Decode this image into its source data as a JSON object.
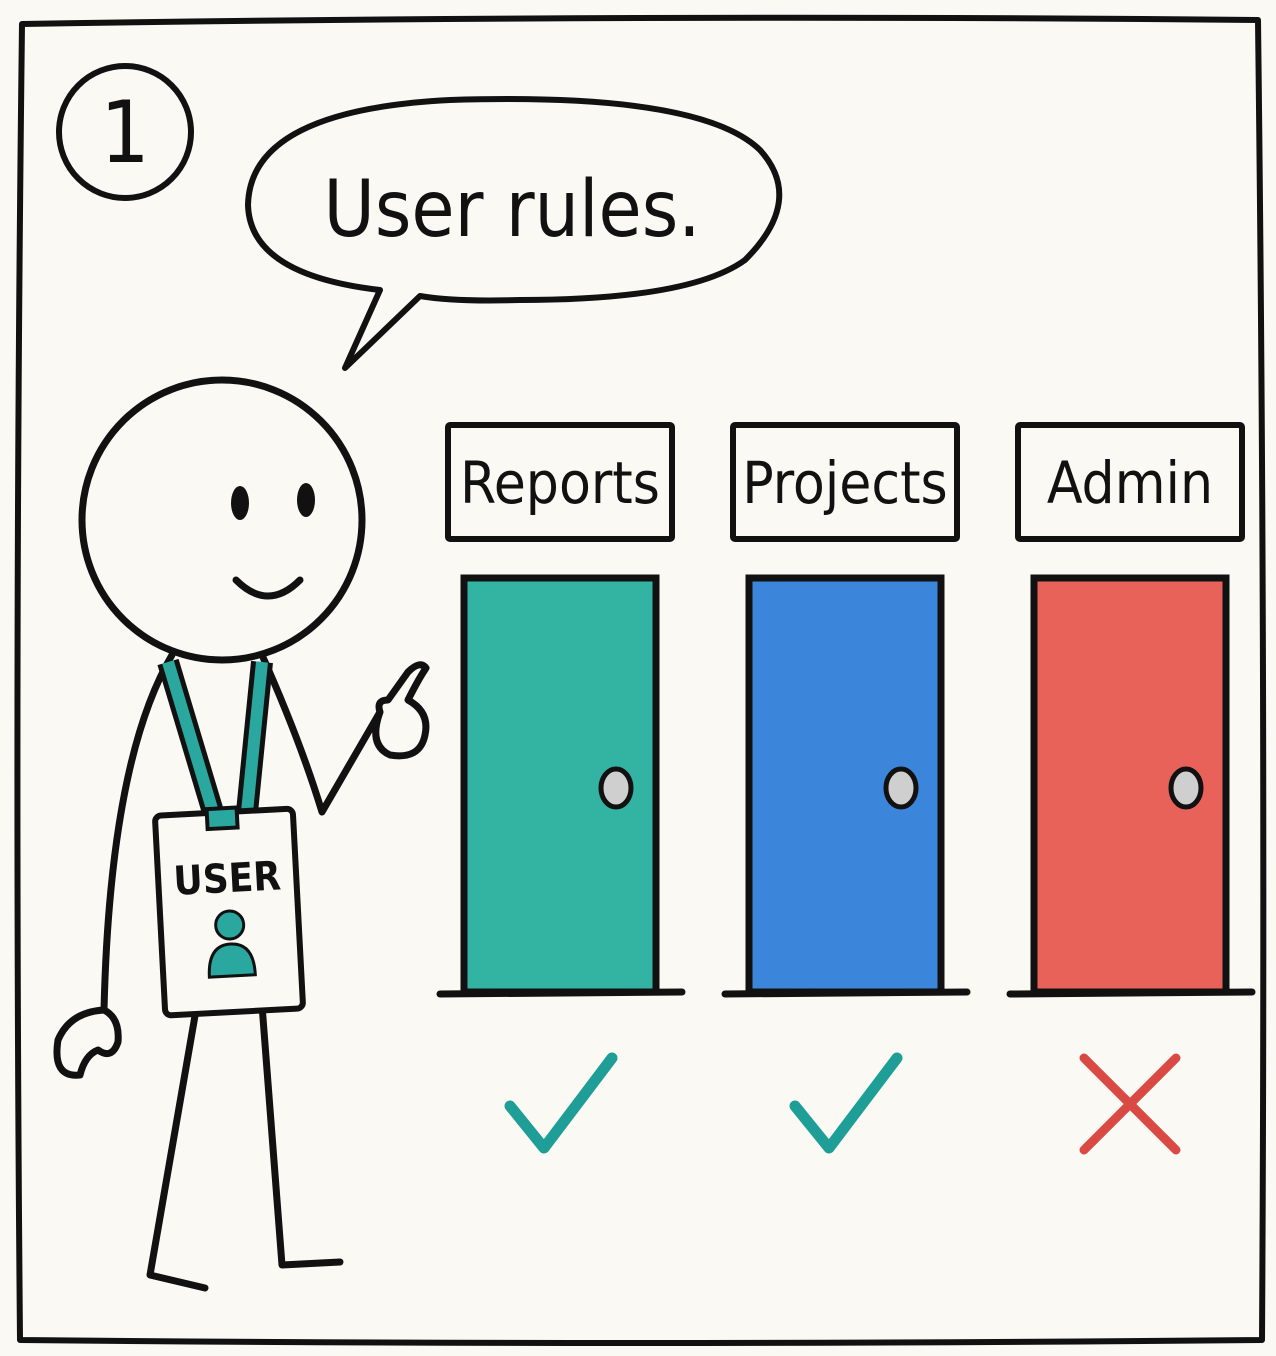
{
  "panel": {
    "number": "1",
    "speech": "User rules."
  },
  "badge": {
    "label": "USER",
    "icon": "user-silhouette-icon",
    "color": "#2aa8a0"
  },
  "doors": [
    {
      "label": "Reports",
      "color": "#33b3a2",
      "status": "allowed",
      "status_icon": "checkmark-icon",
      "status_color": "#1f9e98"
    },
    {
      "label": "Projects",
      "color": "#3b86db",
      "status": "allowed",
      "status_icon": "checkmark-icon",
      "status_color": "#1f9e98"
    },
    {
      "label": "Admin",
      "color": "#e8625a",
      "status": "denied",
      "status_icon": "cross-icon",
      "status_color": "#d94a45"
    }
  ]
}
